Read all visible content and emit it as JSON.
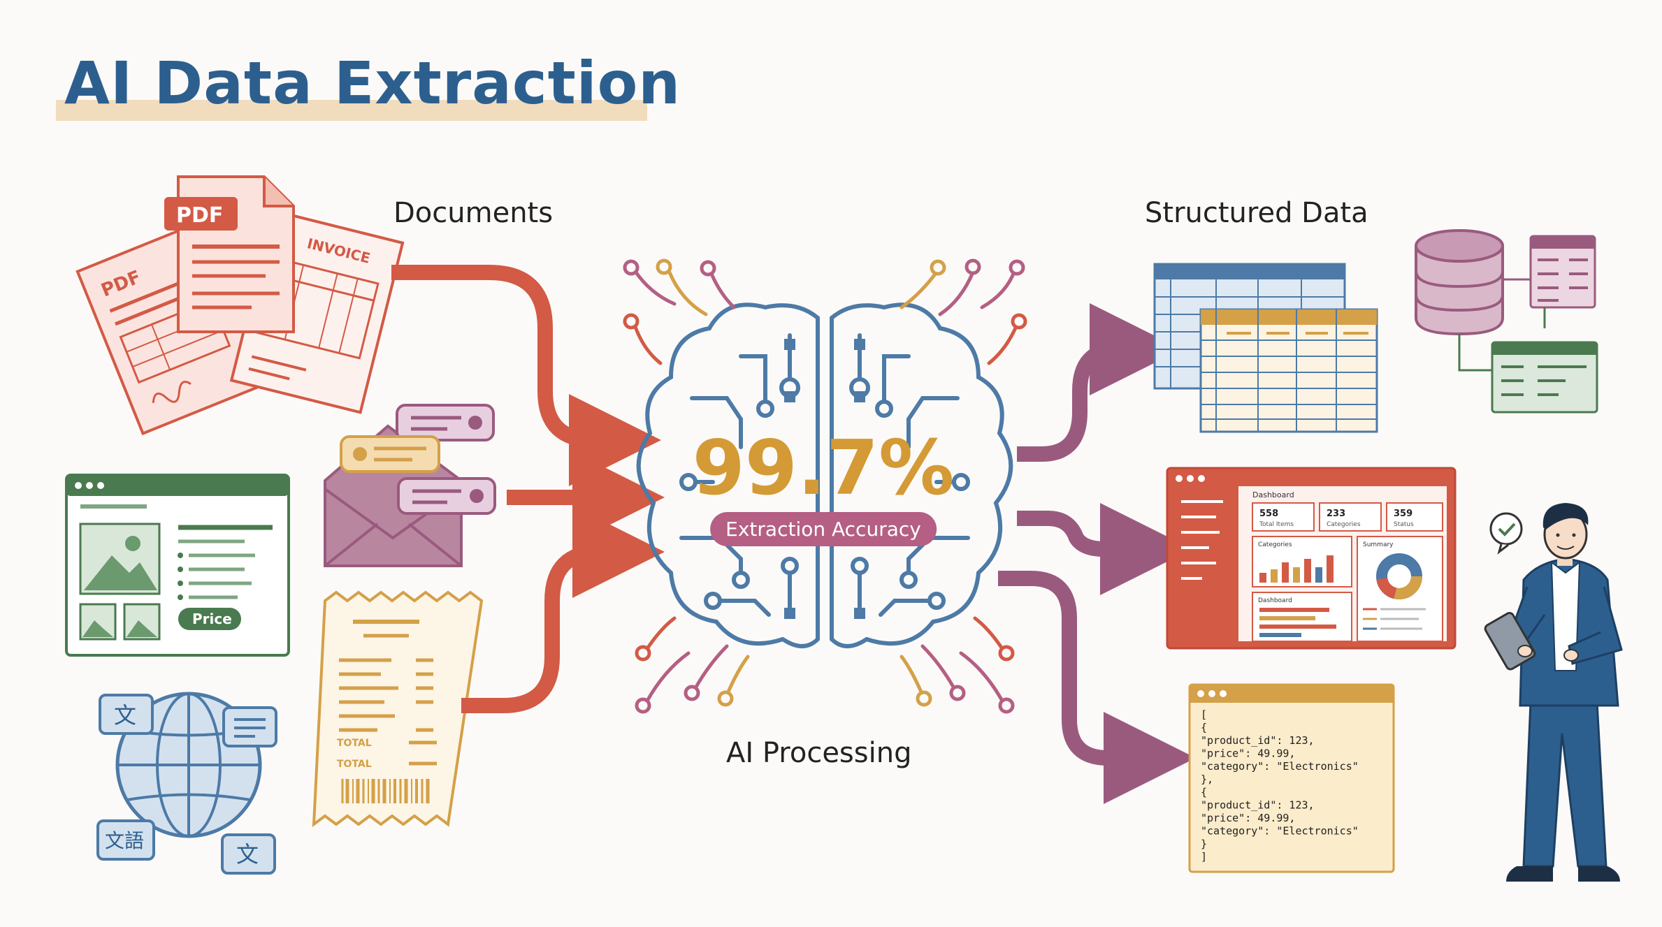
{
  "title": "AI Data Extraction",
  "labels": {
    "documents": "Documents",
    "structured_data": "Structured Data",
    "ai_processing": "AI Processing"
  },
  "accuracy": {
    "value": "99.7%",
    "label": "Extraction Accuracy"
  },
  "sources": {
    "pdf_front": "PDF",
    "pdf_back": "PDF",
    "invoice": "INVOICE",
    "webpage_price": "Price",
    "receipt_total_1": "TOTAL",
    "receipt_total_2": "TOTAL",
    "lang_glyph_1": "文",
    "lang_glyph_2": "文語",
    "lang_glyph_3": "文"
  },
  "dashboard": {
    "title": "Dashboard",
    "stat1_value": "558",
    "stat1_label": "Total Items",
    "stat2_value": "233",
    "stat2_label": "Categories",
    "stat3_value": "359",
    "stat3_label": "Status",
    "panel_categories": "Categories",
    "panel_summary": "Summary",
    "panel_dashboard": "Dashboard"
  },
  "json_output": {
    "lines": [
      "[",
      "  {",
      "    \"product_id\": 123,",
      "    \"price\": 49.99,",
      "    \"category\": \"Electronics\"",
      "  },",
      "  {",
      "    \"product_id\": 123,",
      "    \"price\": 49.99,",
      "    \"category\": \"Electronics\"",
      "  }",
      "]"
    ]
  },
  "colors": {
    "title_blue": "#2d5f8e",
    "red_arrow": "#d35a45",
    "purple_arrow": "#9a5a7e",
    "accuracy_gold": "#d49a35",
    "pill_purple": "#b45f83",
    "brain_blue": "#4d7aa6",
    "web_green": "#4a7a4f",
    "receipt_gold": "#d4a048"
  }
}
